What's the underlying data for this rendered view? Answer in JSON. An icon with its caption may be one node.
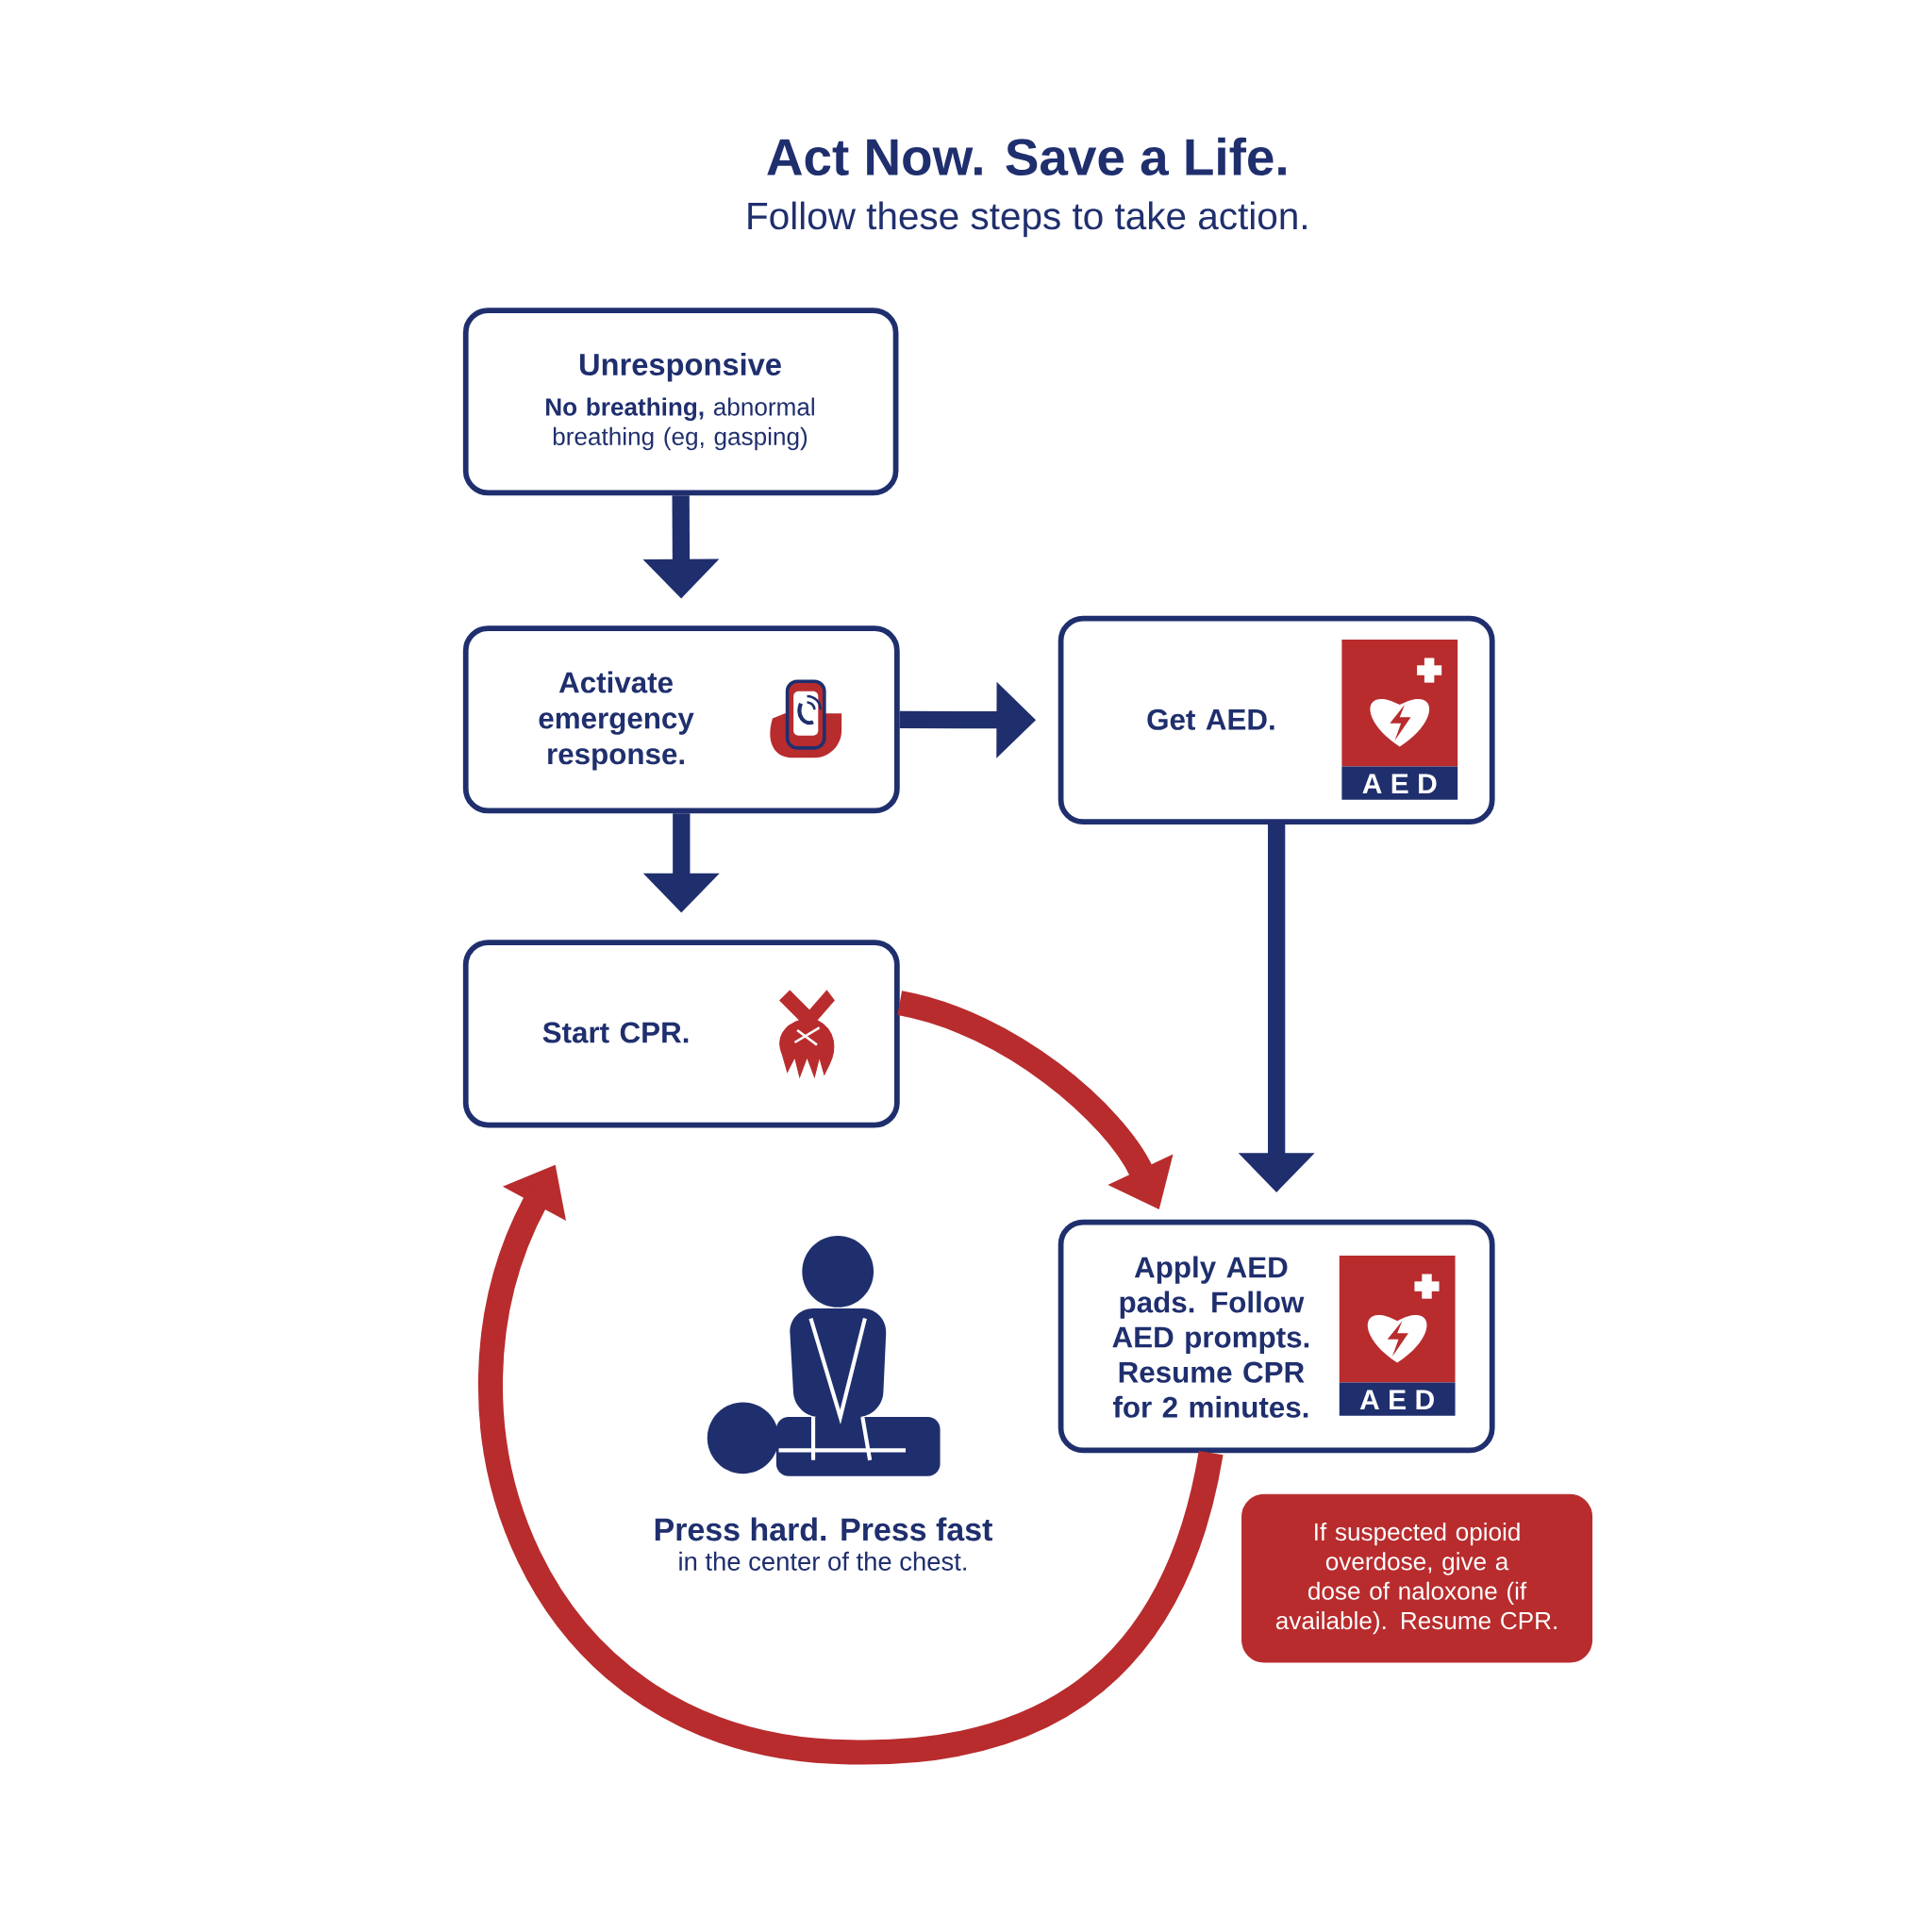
{
  "diagram": {
    "title": "Act Now. Save a Life.",
    "caption": "Follow these steps to take action.",
    "nodes": [
      {
        "text": [
          "Unresponsive",
          "**No breathing,** abnormal breathing (eg, gasping)"
        ]
      },
      {
        "text": [
          "Activate emergency response."
        ]
      },
      {
        "text": [
          "Get AED."
        ]
      },
      {
        "text": [
          "Start CPR."
        ]
      },
      {
        "text": [
          "Apply AED pads. Follow AED prompts. Resume CPR for 2 minutes."
        ]
      },
      {
        "text": [
          "If suspected opioid overdose, give a dose of naloxone (if available). Resume CPR."
        ]
      }
    ],
    "edges": [
      {
        "from": 0,
        "to": 1,
        "arrow": "to"
      },
      {
        "from": 1,
        "to": 2,
        "arrow": "to"
      },
      {
        "from": 1,
        "to": 3,
        "arrow": "to"
      },
      {
        "from": 2,
        "to": 4,
        "arrow": "to"
      },
      {
        "from": 3,
        "to": 4,
        "arrow": "to",
        "color": "#b82c2e"
      },
      {
        "from": 4,
        "to": 3,
        "arrow": "to",
        "color": "#b82c2e"
      }
    ],
    "labels": [
      "A E D",
      "A E D",
      "Press hard. Press fast",
      "in the center of the chest."
    ]
  }
}
